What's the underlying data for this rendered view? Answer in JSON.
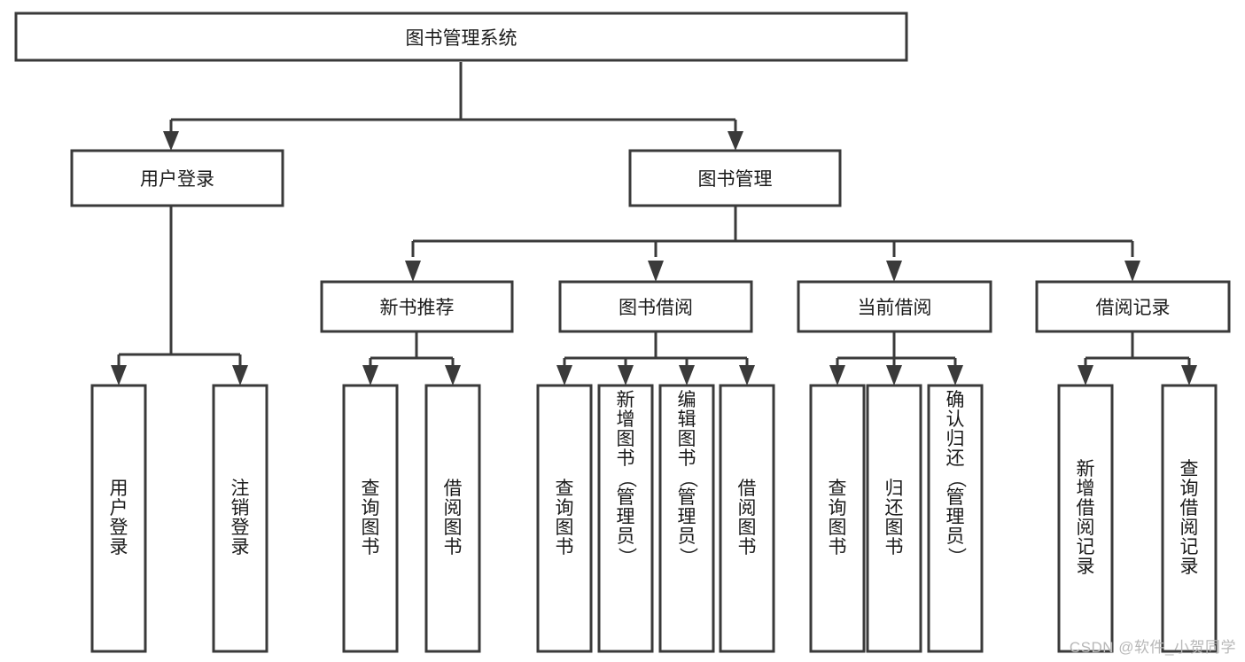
{
  "diagram": {
    "title": "图书管理系统",
    "type": "tree",
    "watermark": "CSDN @软件_小贺同学",
    "colors": {
      "box_stroke": "#3a3a3a",
      "box_fill": "#ffffff",
      "connector": "#3a3a3a",
      "text": "#1a1a1a",
      "watermark": "#b8b8b8",
      "background": "#ffffff"
    },
    "levels": {
      "root": {
        "label": "图书管理系统"
      },
      "level2": [
        {
          "label": "用户登录"
        },
        {
          "label": "图书管理"
        }
      ],
      "level3": [
        {
          "label": "新书推荐"
        },
        {
          "label": "图书借阅"
        },
        {
          "label": "当前借阅"
        },
        {
          "label": "借阅记录"
        }
      ]
    },
    "nodes": {
      "root": "图书管理系统",
      "user_login": "用户登录",
      "book_mgmt": "图书管理",
      "new_book_rec": "新书推荐",
      "book_borrow": "图书借阅",
      "current_borrow": "当前借阅",
      "borrow_record": "借阅记录",
      "leaf_user_login": "用户登录",
      "leaf_logout": "注销登录",
      "leaf_query_book_1": "查询图书",
      "leaf_borrow_book_1": "借阅图书",
      "leaf_query_book_2": "查询图书",
      "leaf_add_book": "新增图书（管理员）",
      "leaf_edit_book": "编辑图书（管理员）",
      "leaf_borrow_book_2": "借阅图书",
      "leaf_query_book_3": "查询图书",
      "leaf_return_book": "归还图书",
      "leaf_confirm_return": "确认归还（管理员）",
      "leaf_add_record": "新增借阅记录",
      "leaf_query_record": "查询借阅记录"
    },
    "edges": [
      {
        "from": "root",
        "to": "user_login"
      },
      {
        "from": "root",
        "to": "book_mgmt"
      },
      {
        "from": "user_login",
        "to": "leaf_user_login"
      },
      {
        "from": "user_login",
        "to": "leaf_logout"
      },
      {
        "from": "book_mgmt",
        "to": "new_book_rec"
      },
      {
        "from": "book_mgmt",
        "to": "book_borrow"
      },
      {
        "from": "book_mgmt",
        "to": "current_borrow"
      },
      {
        "from": "book_mgmt",
        "to": "borrow_record"
      },
      {
        "from": "new_book_rec",
        "to": "leaf_query_book_1"
      },
      {
        "from": "new_book_rec",
        "to": "leaf_borrow_book_1"
      },
      {
        "from": "book_borrow",
        "to": "leaf_query_book_2"
      },
      {
        "from": "book_borrow",
        "to": "leaf_add_book"
      },
      {
        "from": "book_borrow",
        "to": "leaf_edit_book"
      },
      {
        "from": "book_borrow",
        "to": "leaf_borrow_book_2"
      },
      {
        "from": "current_borrow",
        "to": "leaf_query_book_3"
      },
      {
        "from": "current_borrow",
        "to": "leaf_return_book"
      },
      {
        "from": "current_borrow",
        "to": "leaf_confirm_return"
      },
      {
        "from": "borrow_record",
        "to": "leaf_add_record"
      },
      {
        "from": "borrow_record",
        "to": "leaf_query_record"
      }
    ]
  }
}
